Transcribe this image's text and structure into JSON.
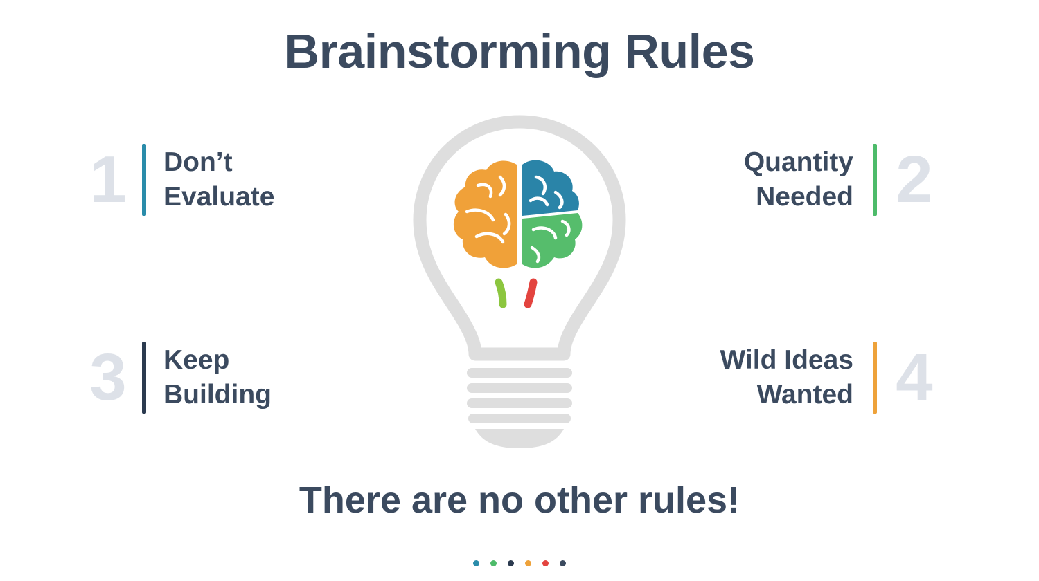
{
  "title": "Brainstorming Rules",
  "rules": [
    {
      "number": "1",
      "line1": "Don’t",
      "line2": "Evaluate",
      "accent": "#2a8caa"
    },
    {
      "number": "2",
      "line1": "Quantity",
      "line2": "Needed",
      "accent": "#4dbb6a"
    },
    {
      "number": "3",
      "line1": "Keep",
      "line2": "Building",
      "accent": "#2b3a4f"
    },
    {
      "number": "4",
      "line1": "Wild Ideas",
      "line2": "Wanted",
      "accent": "#eea23a"
    }
  ],
  "footer": "There are no other rules!",
  "colors": {
    "text": "#3b4a5f",
    "number": "#dde1e8",
    "bulb": "#dedede",
    "brain_left": "#f0a139",
    "brain_right_top": "#2a84a8",
    "brain_right_bottom": "#56bd6c",
    "stem_left": "#8cc63f",
    "stem_right": "#e3443f"
  },
  "icons": [
    "lightbulb-icon",
    "brain-icon"
  ],
  "dots": [
    "#2a8caa",
    "#4dbb6a",
    "#2b3a4f",
    "#eea23a",
    "#e3443f",
    "#3b4a5f"
  ]
}
